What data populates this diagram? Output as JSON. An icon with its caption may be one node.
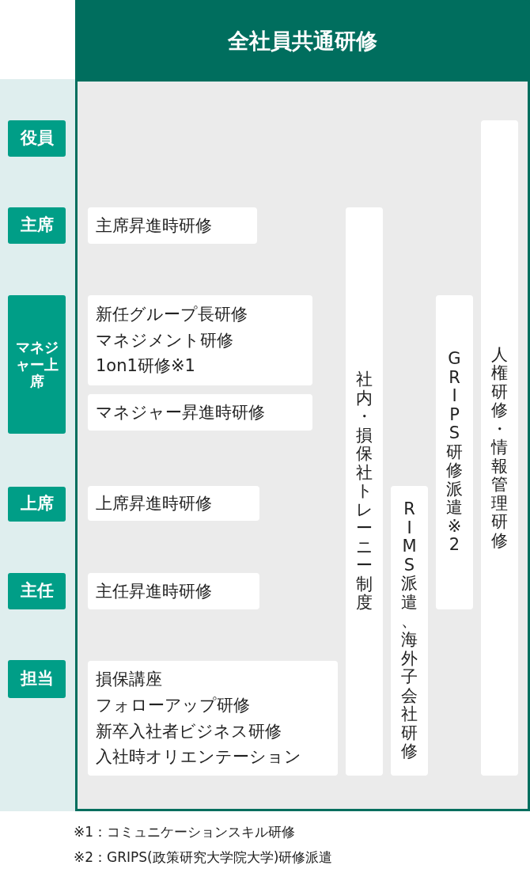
{
  "diagram": {
    "nodes": [
      {
        "text": [
          "全社員共通研修"
        ]
      },
      {
        "text": [
          "役員"
        ]
      },
      {
        "text": [
          "主席"
        ]
      },
      {
        "text": [
          "マネジャー上席"
        ]
      },
      {
        "text": [
          "上席"
        ]
      },
      {
        "text": [
          "主任"
        ]
      },
      {
        "text": [
          "担当"
        ]
      },
      {
        "text": [
          "主席昇進時研修"
        ],
        "in": 0
      },
      {
        "text": [
          "新任グループ長研修",
          "マネジメント研修",
          "1on1研修※1"
        ],
        "in": 0
      },
      {
        "text": [
          "マネジャー昇進時研修"
        ],
        "in": 0
      },
      {
        "text": [
          "上席昇進時研修"
        ],
        "in": 0
      },
      {
        "text": [
          "主任昇進時研修"
        ],
        "in": 0
      },
      {
        "text": [
          "損保講座",
          "フォローアップ研修",
          "新卒入社者ビジネス研修",
          "入社時オリエンテーション"
        ],
        "in": 0
      },
      {
        "text": [
          "社内・損保社トレーニー制度"
        ],
        "in": 0
      },
      {
        "text": [
          "RIMS派遣、海外子会社研修"
        ],
        "in": 0
      },
      {
        "text": [
          "GRIPS研修派遣※2"
        ],
        "in": 0
      },
      {
        "text": [
          "人権研修・情報管理研修"
        ],
        "in": 0
      }
    ],
    "labels": [
      "※1：コミュニケーションスキル研修",
      "※2：GRIPS(政策研究大学院大学)研修派遣"
    ]
  }
}
